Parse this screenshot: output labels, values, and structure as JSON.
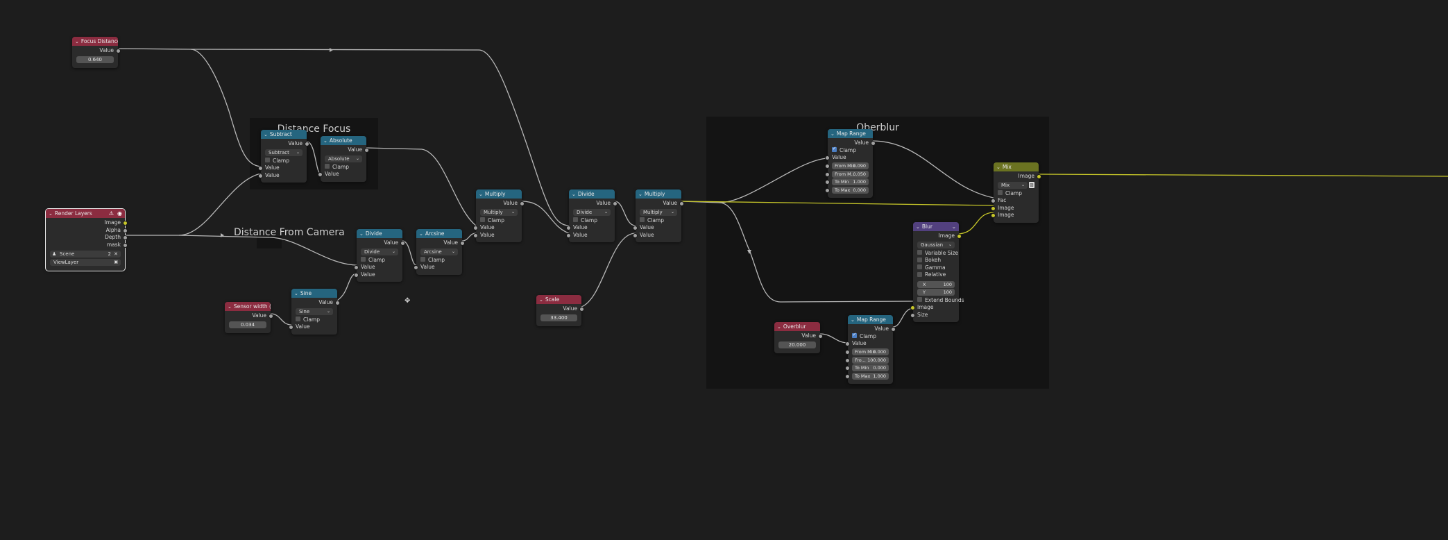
{
  "frames": {
    "distance_focus": "Distance Focus",
    "oberblur": "Oberblur"
  },
  "labels": {
    "distance_from_camera": "Distance From Camera"
  },
  "nodes": {
    "focus_distance": {
      "title": "Focus Distance",
      "out": "Value",
      "value": "0.640"
    },
    "render_layers": {
      "title": "Render Layers",
      "outputs": [
        "Image",
        "Alpha",
        "Depth",
        "mask"
      ],
      "scene": "Scene",
      "scene_users": "2",
      "view_layer": "ViewLayer",
      "warning_icon": "warning-icon",
      "eye_icon": "eye-icon"
    },
    "subtract": {
      "title": "Subtract",
      "out": "Value",
      "op": "Subtract",
      "clamp": "Clamp",
      "in1": "Value",
      "in2": "Value"
    },
    "absolute": {
      "title": "Absolute",
      "out": "Value",
      "op": "Absolute",
      "clamp": "Clamp",
      "in1": "Value"
    },
    "sine": {
      "title": "Sine",
      "out": "Value",
      "op": "Sine",
      "clamp": "Clamp",
      "in1": "Value"
    },
    "sensor_width": {
      "title": "Sensor width (m)",
      "out": "Value",
      "value": "0.034"
    },
    "divide1": {
      "title": "Divide",
      "out": "Value",
      "op": "Divide",
      "clamp": "Clamp",
      "in1": "Value",
      "in2": "Value"
    },
    "arcsine": {
      "title": "Arcsine",
      "out": "Value",
      "op": "Arcsine",
      "clamp": "Clamp",
      "in1": "Value"
    },
    "multiply1": {
      "title": "Multiply",
      "out": "Value",
      "op": "Multiply",
      "clamp": "Clamp",
      "in1": "Value",
      "in2": "Value"
    },
    "divide2": {
      "title": "Divide",
      "out": "Value",
      "op": "Divide",
      "clamp": "Clamp",
      "in1": "Value",
      "in2": "Value"
    },
    "multiply2": {
      "title": "Multiply",
      "out": "Value",
      "op": "Multiply",
      "clamp": "Clamp",
      "in1": "Value",
      "in2": "Value"
    },
    "scale": {
      "title": "Scale",
      "out": "Value",
      "value": "33.400"
    },
    "map_range1": {
      "title": "Map Range",
      "out": "Value",
      "clamp": "Clamp",
      "in": "Value",
      "from_min_label": "From Min",
      "from_min": "0.090",
      "from_max_label": "From M...",
      "from_max": "0.050",
      "to_min_label": "To Min",
      "to_min": "1.000",
      "to_max_label": "To Max",
      "to_max": "0.000"
    },
    "mix": {
      "title": "Mix",
      "out": "Image",
      "mode": "Mix",
      "clamp": "Clamp",
      "fac": "Fac",
      "in1": "Image",
      "in2": "Image"
    },
    "blur": {
      "title": "Blur",
      "out": "Image",
      "filter": "Gaussian",
      "variable_size": "Variable Size",
      "bokeh": "Bokeh",
      "gamma": "Gamma",
      "relative": "Relative",
      "x_label": "X",
      "x": "100",
      "y_label": "Y",
      "y": "100",
      "extend_bounds": "Extend Bounds",
      "in_image": "Image",
      "in_size": "Size"
    },
    "oberblur": {
      "title": "Overblur",
      "out": "Value",
      "value": "20.000"
    },
    "map_range2": {
      "title": "Map Range",
      "out": "Value",
      "clamp": "Clamp",
      "in": "Value",
      "from_min_label": "From Min",
      "from_min": "0.000",
      "from_max_label": "Fro...",
      "from_max": "100.000",
      "to_min_label": "To Min",
      "to_min": "0.000",
      "to_max_label": "To Max",
      "to_max": "1.000"
    }
  },
  "colors": {
    "input_header": "#8b2c40",
    "converter_header": "#25657f",
    "filter_header": "#52407f",
    "color_header": "#6b7321",
    "wire": "#b8b8b8",
    "image_wire": "#c7c729"
  }
}
